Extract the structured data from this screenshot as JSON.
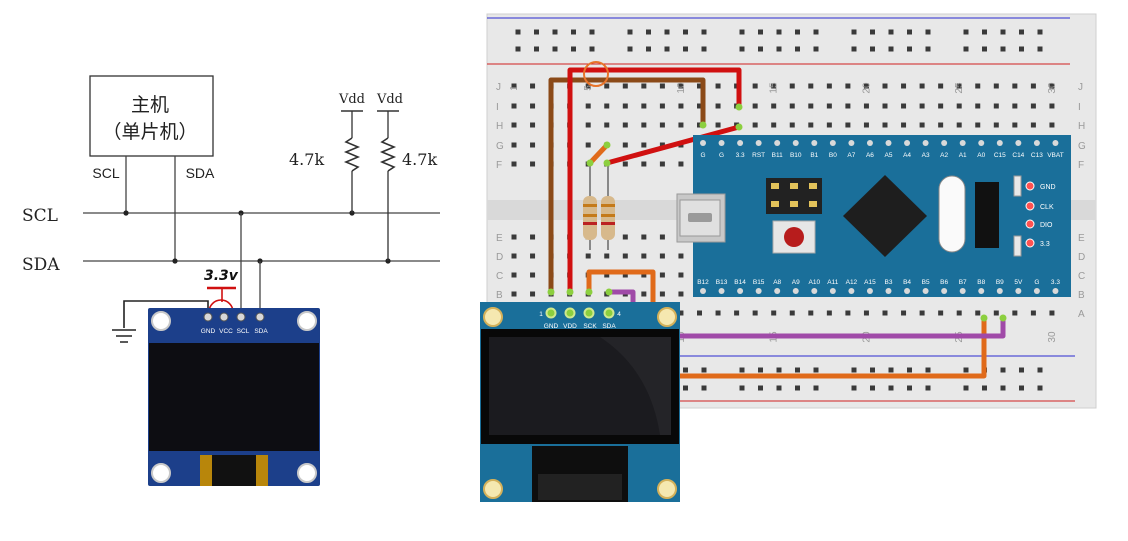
{
  "schematic": {
    "host_line1": "主机",
    "host_line2": "（单片机）",
    "host_scl": "SCL",
    "host_sda": "SDA",
    "bus_scl": "SCL",
    "bus_sda": "SDA",
    "vdd_left": "Vdd",
    "vdd_right": "Vdd",
    "res_left": "4.7k",
    "res_right": "4.7k",
    "handwritten_voltage": "3.3v",
    "oled_pins": [
      "GND",
      "VCC",
      "SCL",
      "SDA"
    ]
  },
  "breadboard": {
    "col_numbers": [
      "1",
      "5",
      "10",
      "15",
      "20",
      "25",
      "30"
    ],
    "row_letters_top": [
      "J",
      "I",
      "H",
      "G",
      "F"
    ],
    "row_letters_bottom": [
      "E",
      "D",
      "C",
      "B",
      "A"
    ]
  },
  "mcu": {
    "top_pins": [
      "G",
      "G",
      "3.3",
      "RST",
      "B11",
      "B10",
      "B1",
      "B0",
      "A7",
      "A6",
      "A5",
      "A4",
      "A3",
      "A2",
      "A1",
      "A0",
      "C15",
      "C14",
      "C13",
      "VBAT"
    ],
    "bottom_pins": [
      "B12",
      "B13",
      "B14",
      "B15",
      "A8",
      "A9",
      "A10",
      "A11",
      "A12",
      "A15",
      "B3",
      "B4",
      "B5",
      "B6",
      "B7",
      "B8",
      "B9",
      "5V",
      "G",
      "3.3"
    ],
    "leds": [
      "GND",
      "CLK",
      "DIO",
      "3.3"
    ]
  },
  "oled_module": {
    "pin_numbers": [
      "1",
      "4"
    ],
    "pins": [
      "GND",
      "VDD",
      "SCK",
      "SDA"
    ]
  },
  "colors": {
    "pcb_blue": "#1a6f9a",
    "breadboard": "#e6e6e6",
    "wire_brown": "#8b4a18",
    "wire_red": "#d01010",
    "wire_orange": "#e06a1a",
    "wire_purple": "#a04aa8"
  }
}
